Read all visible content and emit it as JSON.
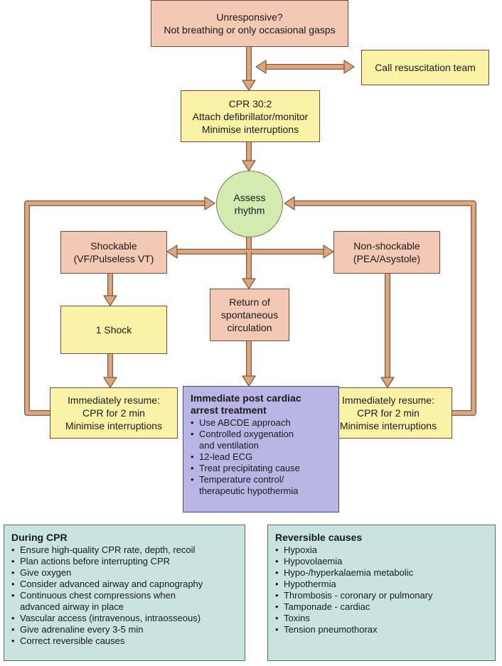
{
  "nodes": {
    "unresponsive": {
      "lines": [
        "Unresponsive?",
        "Not breathing or only occasional gasps"
      ]
    },
    "call_team": {
      "lines": [
        "Call resuscitation team"
      ]
    },
    "cpr": {
      "lines": [
        "CPR 30:2",
        "Attach defibrillator/monitor",
        "Minimise interruptions"
      ]
    },
    "assess": {
      "lines": [
        "Assess",
        "rhythm"
      ]
    },
    "shockable": {
      "lines": [
        "Shockable",
        "(VF/Pulseless VT)"
      ]
    },
    "non_shockable": {
      "lines": [
        "Non-shockable",
        "(PEA/Asystole)"
      ]
    },
    "rosc": {
      "lines": [
        "Return of",
        "spontaneous",
        "circulation"
      ]
    },
    "shock": {
      "lines": [
        "1 Shock"
      ]
    },
    "resume_left": {
      "lines": [
        "Immediately resume:",
        "CPR for 2 min",
        "Minimise interruptions"
      ]
    },
    "resume_right": {
      "lines": [
        "Immediately resume:",
        "CPR for 2 min",
        "Minimise interruptions"
      ]
    },
    "post_arrest": {
      "heading": [
        "Immediate post cardiac",
        "arrest treatment"
      ],
      "items": [
        [
          "Use ABCDE approach"
        ],
        [
          "Controlled oxygenation",
          "and ventilation"
        ],
        [
          "12-lead ECG"
        ],
        [
          "Treat precipitating cause"
        ],
        [
          "Temperature control/",
          "therapeutic hypothermia"
        ]
      ]
    }
  },
  "panels": {
    "during_cpr": {
      "heading": "During CPR",
      "items": [
        [
          "Ensure high-quality CPR rate, depth, recoil"
        ],
        [
          "Plan actions before interrupting CPR"
        ],
        [
          "Give oxygen"
        ],
        [
          "Consider advanced airway and capnography"
        ],
        [
          "Continuous chest compressions when",
          "advanced airway in place"
        ],
        [
          "Vascular access (intravenous, intraosseous)"
        ],
        [
          "Give adrenaline every 3-5 min"
        ],
        [
          "Correct reversible causes"
        ]
      ]
    },
    "reversible": {
      "heading": "Reversible causes",
      "items": [
        [
          "Hypoxia"
        ],
        [
          "Hypovolaemia"
        ],
        [
          "Hypo-/hyperkalaemia metabolic"
        ],
        [
          "Hypothermia"
        ],
        [
          "Thrombosis - coronary or pulmonary"
        ],
        [
          "Tamponade - cardiac"
        ],
        [
          "Toxins"
        ],
        [
          "Tension pneumothorax"
        ]
      ]
    }
  },
  "colors": {
    "arrow_fill": "#d9a882",
    "arrow_stroke": "#8a5a3c",
    "salmon": "#f3c9b4",
    "yellow": "#faf3a7",
    "purple": "#b9b5e4",
    "green": "#d3eab0",
    "teal": "#c8e3e0"
  }
}
